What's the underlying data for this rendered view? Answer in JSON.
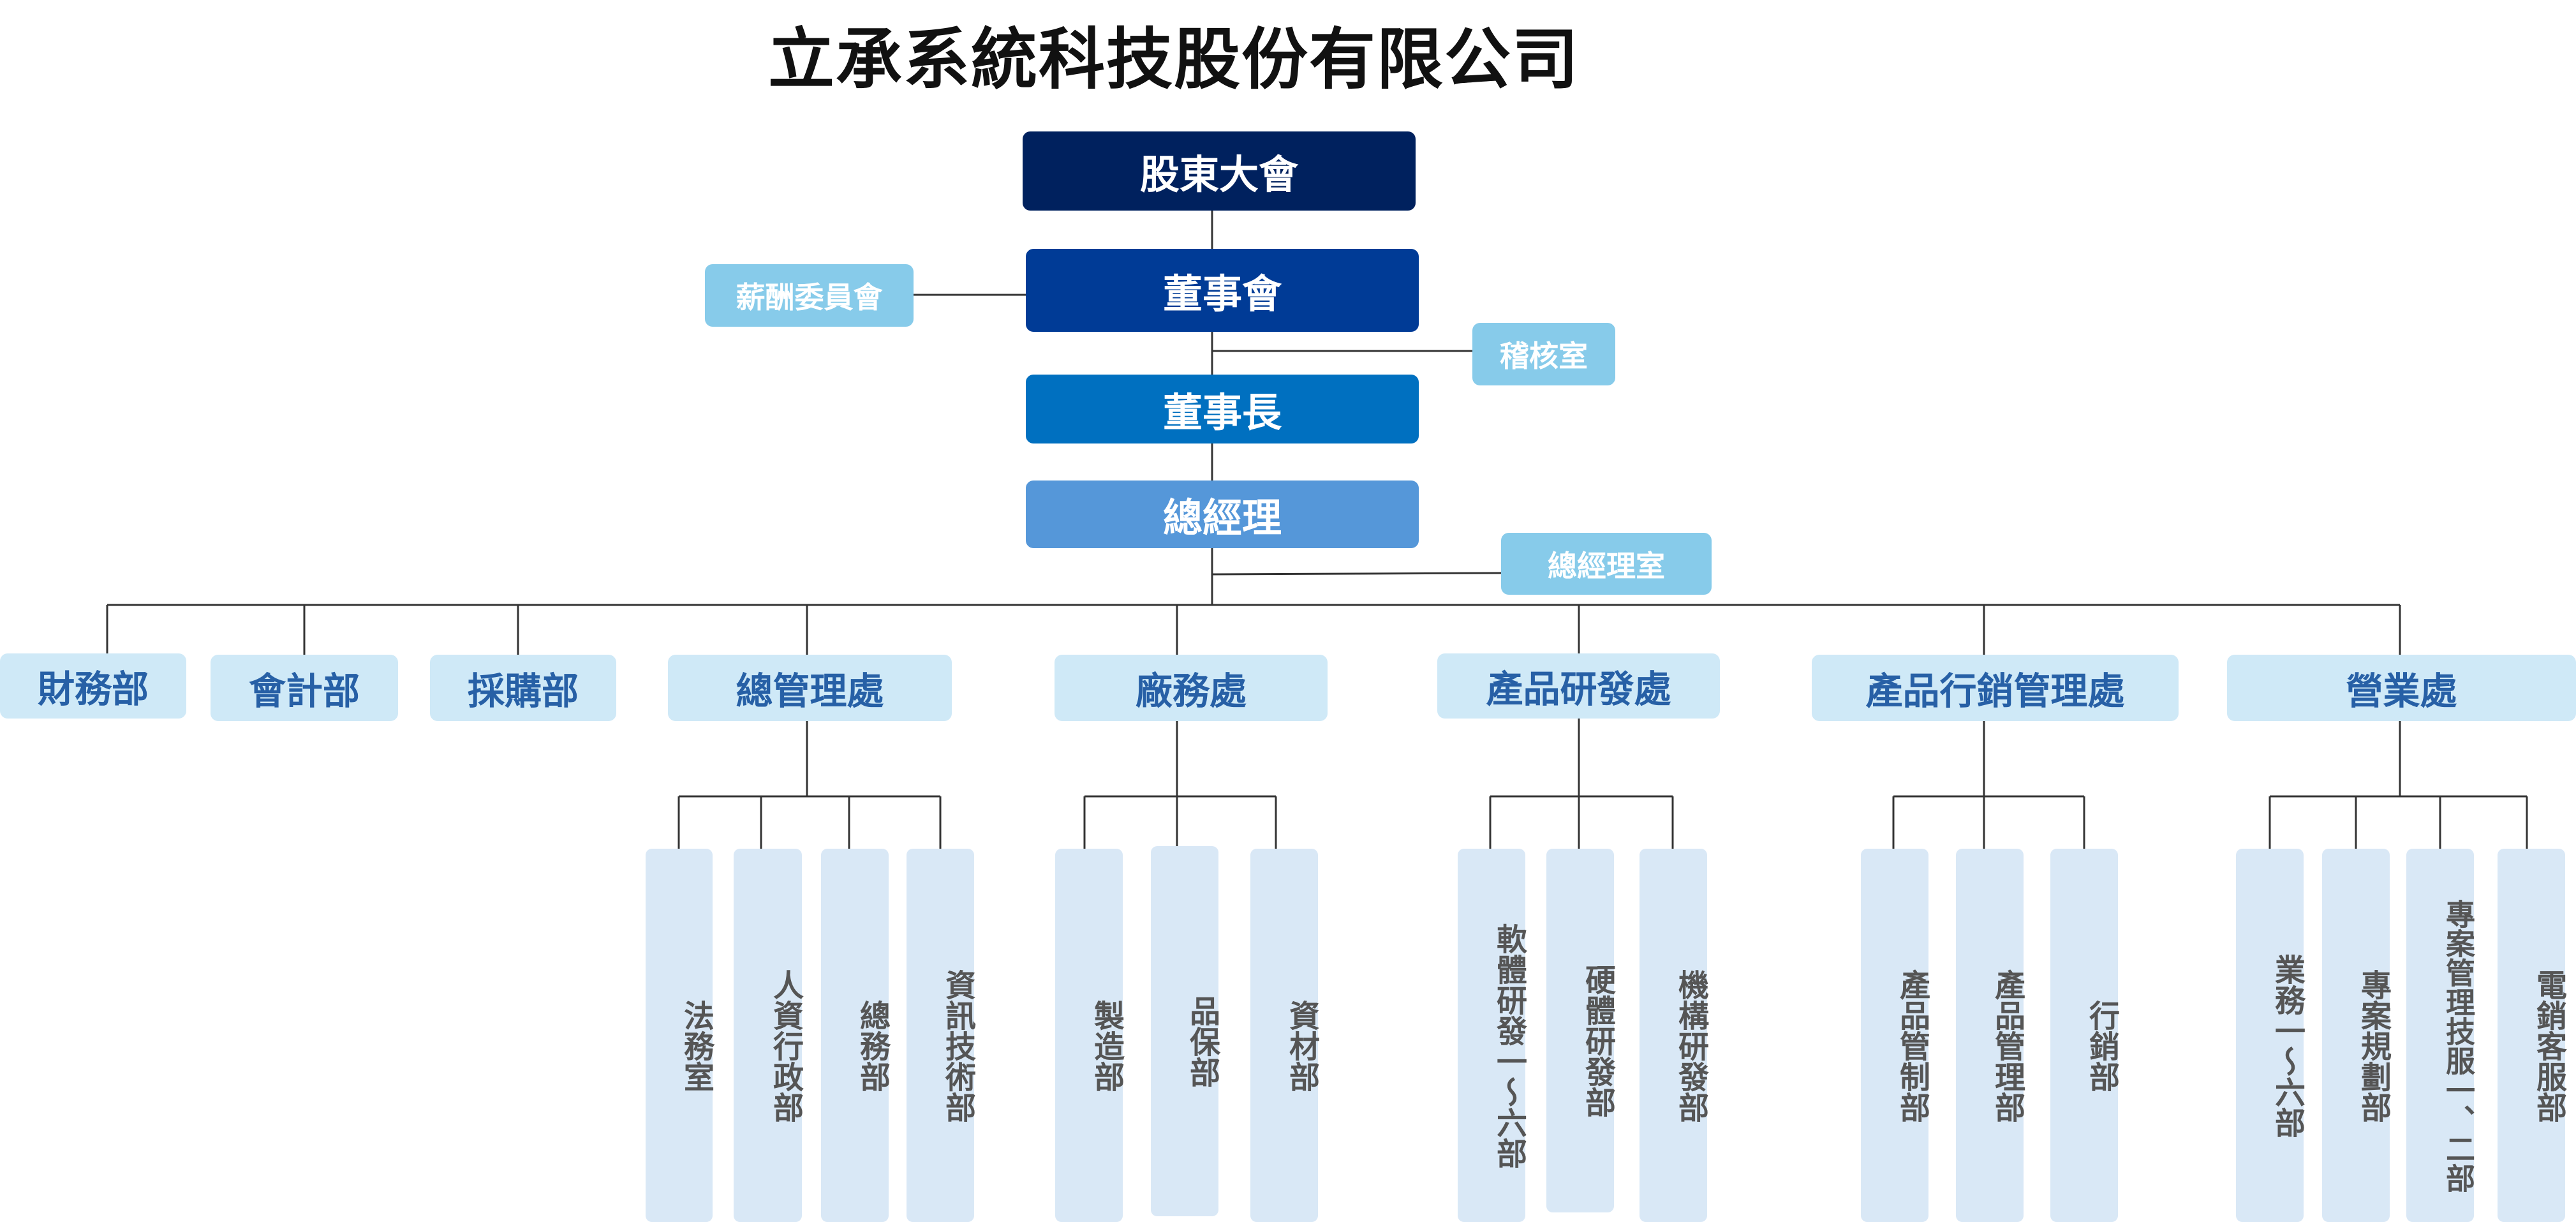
{
  "title": "立承系統科技股份有限公司",
  "colors": {
    "shareholders": "#00215e",
    "board": "#003b96",
    "chairman": "#0070c0",
    "gm": "#5597d9",
    "side_box": "#87cbea",
    "dept_box": "#cfe9f7",
    "dept_text": "#2760a6",
    "sub_box": "#d9e8f6",
    "sub_text": "#555555"
  },
  "top": {
    "shareholders": "股東大會",
    "board": "董事會",
    "chairman": "董事長",
    "gm": "總經理"
  },
  "side": {
    "compensation": "薪酬委員會",
    "audit": "稽核室",
    "gm_office": "總經理室"
  },
  "departments": [
    {
      "label": "財務部",
      "subs": []
    },
    {
      "label": "會計部",
      "subs": []
    },
    {
      "label": "採購部",
      "subs": []
    },
    {
      "label": "總管理處",
      "subs": [
        "法務室",
        "人資行政部",
        "總務部",
        "資訊技術部"
      ]
    },
    {
      "label": "廠務處",
      "subs": [
        "製造部",
        "品保部",
        "資材部"
      ]
    },
    {
      "label": "產品研發處",
      "subs": [
        "軟體研發一～六部",
        "硬體研發部",
        "機構研發部"
      ]
    },
    {
      "label": "產品行銷管理處",
      "subs": [
        "產品管制部",
        "產品管理部",
        "行銷部"
      ]
    },
    {
      "label": "營業處",
      "subs": [
        "業務一～六部",
        "專案規劃部",
        "專案管理技服一、二部",
        "電銷客服部"
      ]
    }
  ]
}
